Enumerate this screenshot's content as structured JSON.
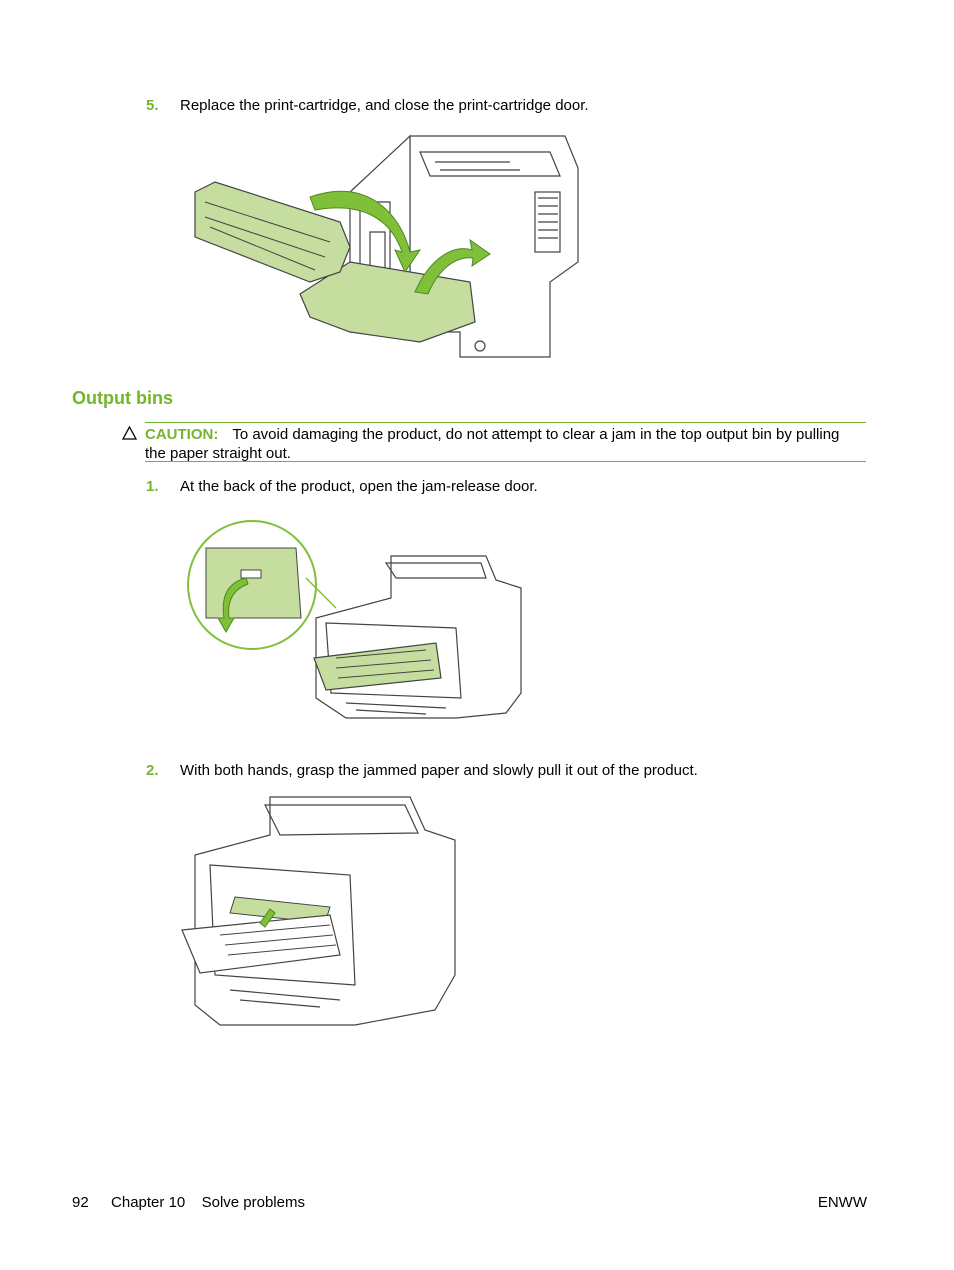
{
  "steps_top": {
    "number": "5.",
    "text": "Replace the print-cartridge, and close the print-cartridge door."
  },
  "section": {
    "title": "Output bins"
  },
  "caution": {
    "label": "CAUTION:",
    "line1": "To avoid damaging the product, do not attempt to clear a jam in the top output bin by pulling",
    "line2": "the paper straight out."
  },
  "steps": [
    {
      "number": "1.",
      "text": "At the back of the product, open the jam-release door."
    },
    {
      "number": "2.",
      "text": "With both hands, grasp the jammed paper and slowly pull it out of the product."
    }
  ],
  "footer": {
    "page_number": "92",
    "chapter": "Chapter 10",
    "chapter_title": "Solve problems",
    "right": "ENWW"
  },
  "colors": {
    "accent": "#73b52b",
    "highlight_fill": "#c5dea0",
    "line": "#444444"
  },
  "icons": {
    "caution": "warning-triangle-icon"
  }
}
